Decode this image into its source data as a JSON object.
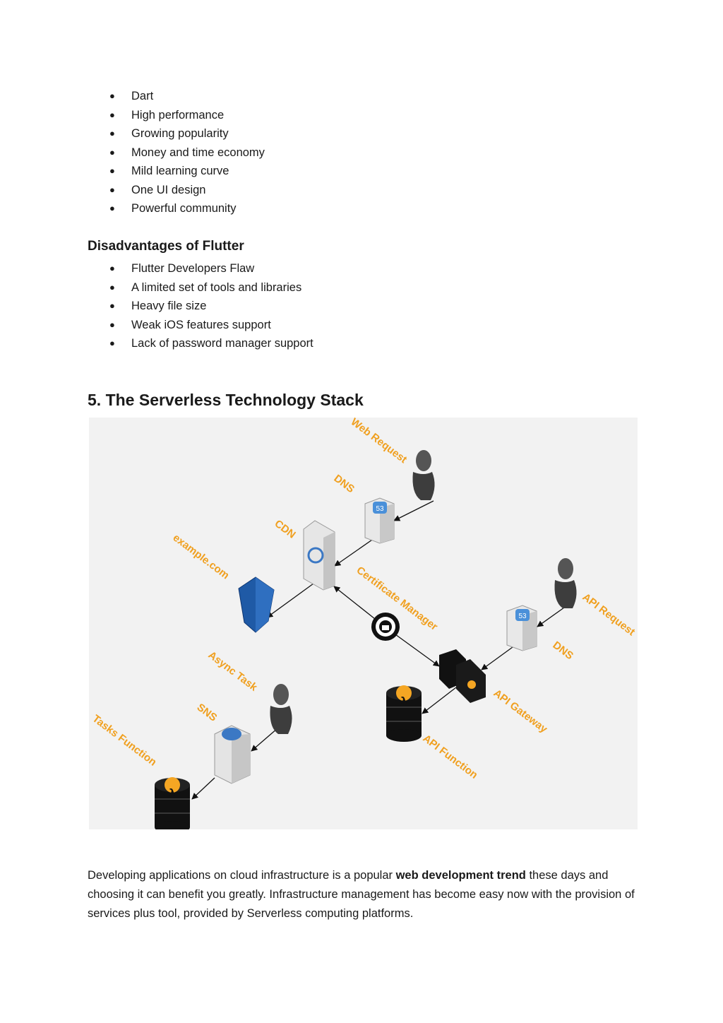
{
  "advantages": {
    "items": [
      "Dart",
      "High performance",
      "Growing popularity",
      "Money and time economy",
      "Mild learning curve",
      "One UI design",
      "Powerful community"
    ]
  },
  "disadvantages": {
    "heading": "Disadvantages of Flutter",
    "items": [
      "Flutter Developers Flaw",
      "A limited set of tools and libraries",
      "Heavy file size",
      "Weak iOS features support",
      "Lack of password manager support"
    ]
  },
  "section": {
    "heading": "5. The Serverless Technology Stack"
  },
  "diagram": {
    "labels": {
      "web_request": "Web Request",
      "dns_top": "DNS",
      "cdn": "CDN",
      "example": "example.com",
      "cert_manager": "Certificate Manager",
      "api_request": "API Request",
      "dns_right": "DNS",
      "async_task": "Async Task",
      "sns": "SNS",
      "api_gateway": "API Gateway",
      "api_function": "API Function",
      "tasks_function": "Tasks Function"
    },
    "badges": {
      "route53": "53",
      "lambda": "λ"
    }
  },
  "paragraph": {
    "before": "Developing applications on cloud infrastructure is a popular ",
    "bold": "web development trend",
    "after": " these days and choosing it can benefit you greatly. Infrastructure management has become easy now with the provision of services plus tool, provided by Serverless computing platforms."
  }
}
